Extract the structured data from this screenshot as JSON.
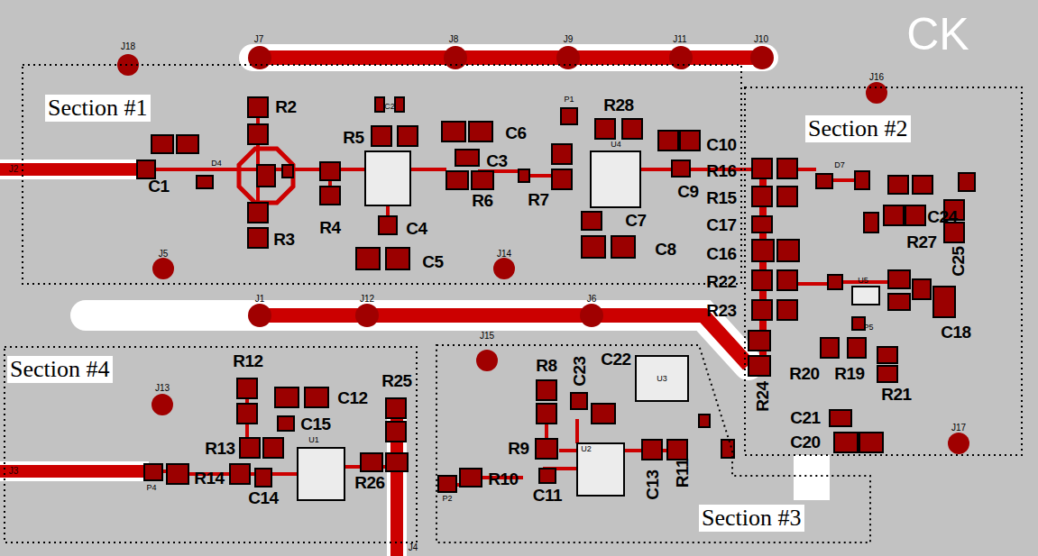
{
  "diagram": {
    "nodes": [
      {
        "text": [
          "Section #1"
        ]
      },
      {
        "text": [
          "Section #2"
        ]
      },
      {
        "text": [
          "Section #3"
        ]
      },
      {
        "text": [
          "Section #4"
        ]
      }
    ],
    "labels": [
      "CK",
      "J18",
      "J7",
      "J8",
      "J9",
      "J11",
      "J10",
      "J16",
      "J5",
      "J14",
      "J1",
      "J12",
      "J6",
      "J15",
      "J13",
      "J17",
      "J4",
      "J2",
      "J3",
      "R2",
      "R3",
      "C1",
      "R5",
      "C6",
      "C3",
      "R6",
      "R4",
      "C4",
      "C5",
      "R28",
      "C7",
      "C8",
      "R7",
      "C10",
      "C9",
      "R16",
      "R15",
      "C17",
      "C16",
      "R22",
      "R23",
      "R24",
      "R20",
      "R19",
      "R21",
      "C21",
      "C20",
      "C18",
      "C25",
      "C24",
      "R27",
      "R12",
      "C12",
      "R25",
      "C15",
      "R13",
      "R26",
      "R14",
      "C14",
      "R8",
      "C23",
      "C22",
      "R9",
      "R10",
      "C11",
      "C13",
      "R11",
      "C2",
      "D4",
      "P1",
      "U4",
      "U1",
      "U2",
      "U5",
      "D7",
      "P4",
      "P2",
      "P5",
      "U3"
    ]
  }
}
